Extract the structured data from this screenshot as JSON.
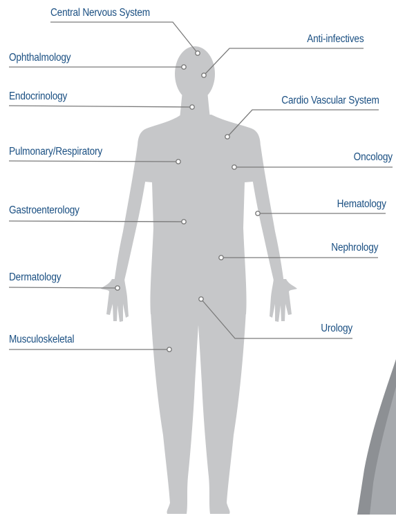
{
  "colors": {
    "label": "#1a4f82",
    "line": "#7a7a7a",
    "body": "#c6c7c9",
    "dot_fill": "#ffffff",
    "photo_corner": "#8d9094"
  },
  "icons": {
    "figure": "human-body-silhouette",
    "marker": "circle-marker"
  },
  "labels": {
    "central_nervous_system": "Central Nervous System",
    "anti_infectives": "Anti-infectives",
    "ophthalmology": "Ophthalmology",
    "endocrinology": "Endocrinology",
    "cardio_vascular_system": "Cardio Vascular System",
    "pulmonary_respiratory": "Pulmonary/Respiratory",
    "oncology": "Oncology",
    "gastroenterology": "Gastroenterology",
    "hematology": "Hematology",
    "nephrology": "Nephrology",
    "dermatology": "Dermatology",
    "urology": "Urology",
    "musculoskeletal": "Musculoskeletal"
  }
}
